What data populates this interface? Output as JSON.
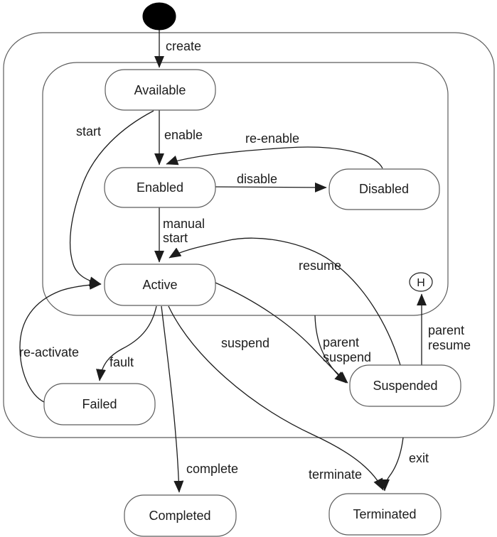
{
  "diagram": {
    "kind": "uml-state-machine",
    "states": [
      {
        "id": "available",
        "label": "Available"
      },
      {
        "id": "enabled",
        "label": "Enabled"
      },
      {
        "id": "disabled",
        "label": "Disabled"
      },
      {
        "id": "active",
        "label": "Active"
      },
      {
        "id": "failed",
        "label": "Failed"
      },
      {
        "id": "suspended",
        "label": "Suspended"
      },
      {
        "id": "completed",
        "label": "Completed"
      },
      {
        "id": "terminated",
        "label": "Terminated"
      }
    ],
    "pseudostates": {
      "initial": {
        "id": "initial"
      },
      "history": {
        "id": "history",
        "label": "H"
      }
    },
    "transitions": [
      {
        "id": "create",
        "label": "create",
        "from": "initial",
        "to": "available"
      },
      {
        "id": "enable",
        "label": "enable",
        "from": "available",
        "to": "enabled"
      },
      {
        "id": "start",
        "label": "start",
        "from": "available",
        "to": "active"
      },
      {
        "id": "re-enable",
        "label": "re-enable",
        "from": "disabled",
        "to": "enabled"
      },
      {
        "id": "disable",
        "label": "disable",
        "from": "enabled",
        "to": "disabled"
      },
      {
        "id": "manual-start",
        "lines": [
          "manual",
          "start"
        ],
        "from": "enabled",
        "to": "active"
      },
      {
        "id": "resume",
        "label": "resume",
        "from": "suspended",
        "to": "active"
      },
      {
        "id": "suspend",
        "label": "suspend",
        "from": "active",
        "to": "suspended"
      },
      {
        "id": "parent-suspend",
        "lines": [
          "parent",
          "suspend"
        ],
        "from": "inner-composite",
        "to": "suspended"
      },
      {
        "id": "parent-resume",
        "lines": [
          "parent",
          "resume"
        ],
        "from": "suspended",
        "to": "history"
      },
      {
        "id": "re-activate",
        "label": "re-activate",
        "from": "failed",
        "to": "active"
      },
      {
        "id": "fault",
        "label": "fault",
        "from": "active",
        "to": "failed"
      },
      {
        "id": "complete",
        "label": "complete",
        "from": "active",
        "to": "completed"
      },
      {
        "id": "terminate",
        "label": "terminate",
        "from": "active",
        "to": "terminated"
      },
      {
        "id": "exit",
        "label": "exit",
        "from": "outer-composite",
        "to": "terminated"
      }
    ]
  },
  "colors": {
    "background": "#ffffff",
    "line": "#1c1c1c",
    "state_border": "#5c5c5c",
    "state_fill": "#ffffff",
    "text": "#1c1c1c",
    "initial_fill": "#000000"
  }
}
